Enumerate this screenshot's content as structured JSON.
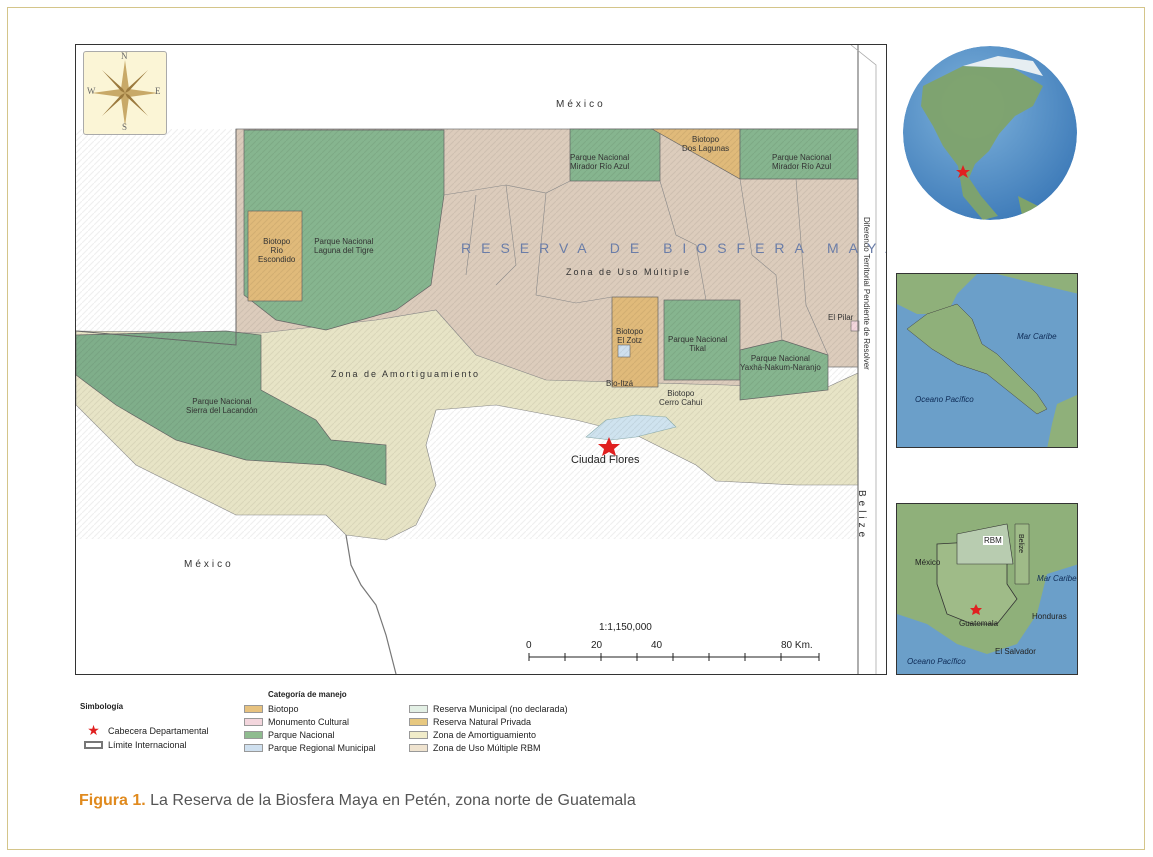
{
  "map": {
    "labels": {
      "mexico_north": "México",
      "mexico_south": "México",
      "belize": "Belize",
      "dispute": "Diferendo Territorial Pendiente de Resolver",
      "rbm_title": "RESERVA DE BIOSFERA MAYA",
      "zona_uso_multiple": "Zona de Uso Múltiple",
      "zona_amortiguamiento": "Zona de Amortiguamiento",
      "laguna_tigre": "Parque Nacional\nLaguna del Tigre",
      "rio_escondido": "Biotopo\nRío\nEscondido",
      "mirador_1": "Parque Nacional\nMirador Río Azul",
      "mirador_2": "Parque Nacional\nMirador Río Azul",
      "dos_lagunas": "Biotopo\nDos Lagunas",
      "zotz": "Biotopo\nEl Zotz",
      "tikal": "Parque Nacional\nTikal",
      "yaxha": "Parque Nacional\nYaxhá-Nakum-Naranjo",
      "el_pilar": "El Pilar",
      "bio_itza": "Bio-Itzá",
      "cerro_cahui": "Biotopo\nCerro Cahuí",
      "sierra_lacandon": "Parque Nacional\nSierra del Lacandón",
      "ciudad_flores": "Ciudad Flores"
    },
    "compass": {
      "n": "N",
      "s": "S",
      "e": "E",
      "w": "W"
    },
    "scale": {
      "ratio": "1:1,150,000",
      "ticks": [
        "0",
        "20",
        "40",
        "80 Km."
      ]
    }
  },
  "inset_central_america": {
    "mar_caribe": "Mar Caribe",
    "oceano_pacifico": "Oceano Pacífico"
  },
  "inset_guatemala": {
    "rbm": "RBM",
    "mexico": "México",
    "belize": "Belize",
    "mar_caribe": "Mar Caribe",
    "guatemala": "Guatemala",
    "honduras": "Honduras",
    "el_salvador": "El Salvador",
    "oceano_pacifico": "Oceano Pacífico"
  },
  "legend": {
    "simbologia_title": "Simbología",
    "cabecera": "Cabecera Departamental",
    "limite": "Límite Internacional",
    "categoria_title": "Categoría de manejo",
    "categories": [
      {
        "label": "Biotopo",
        "color": "#e7c27f"
      },
      {
        "label": "Monumento Cultural",
        "color": "#f3d6dd"
      },
      {
        "label": "Parque Nacional",
        "color": "#8fbc8f"
      },
      {
        "label": "Parque Regional Municipal",
        "color": "#cfe0ef"
      },
      {
        "label": "Reserva Municipal (no declarada)",
        "color": "#e3f0e5"
      },
      {
        "label": "Reserva Natural Privada",
        "color": "#e7c880"
      },
      {
        "label": "Zona de Amortiguamiento",
        "color": "#f1ecc9"
      },
      {
        "label": "Zona de Uso Múltiple RBM",
        "color": "#efe3cf"
      }
    ]
  },
  "caption": {
    "label": "Figura 1.",
    "text": " La Reserva de la Biosfera Maya en Petén, zona norte de Guatemala"
  }
}
